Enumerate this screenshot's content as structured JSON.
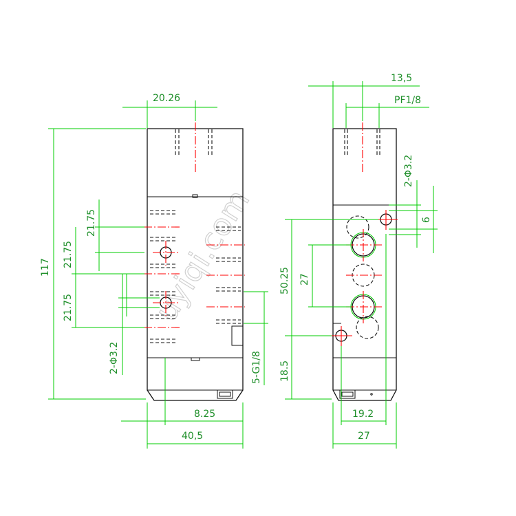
{
  "watermark": "uyiqi.com",
  "colors": {
    "dimension": "#00cc00",
    "dimension_text": "#1f8f2a",
    "outline": "#111111",
    "centerline": "#ff0000"
  },
  "dimensions": {
    "width_20_26": "20.26",
    "height_117": "117",
    "spacing_21_75_a": "21.75",
    "spacing_21_75_b": "21.75",
    "spacing_21_75_c": "21.75",
    "holes_2_phi_3_2_front": "2-Φ3.2",
    "offset_8_25": "8.25",
    "width_40_5": "40,5",
    "ports_5_g1_8": "5-G1/8",
    "width_13_5": "13,5",
    "port_pf1_8": "PF1/8",
    "holes_2_phi_3_2_side": "2-Φ3.2",
    "size_6": "6",
    "height_50_25": "50.25",
    "pitch_27": "27",
    "height_18_5": "18.5",
    "width_19_2": "19.2",
    "width_27": "27"
  }
}
